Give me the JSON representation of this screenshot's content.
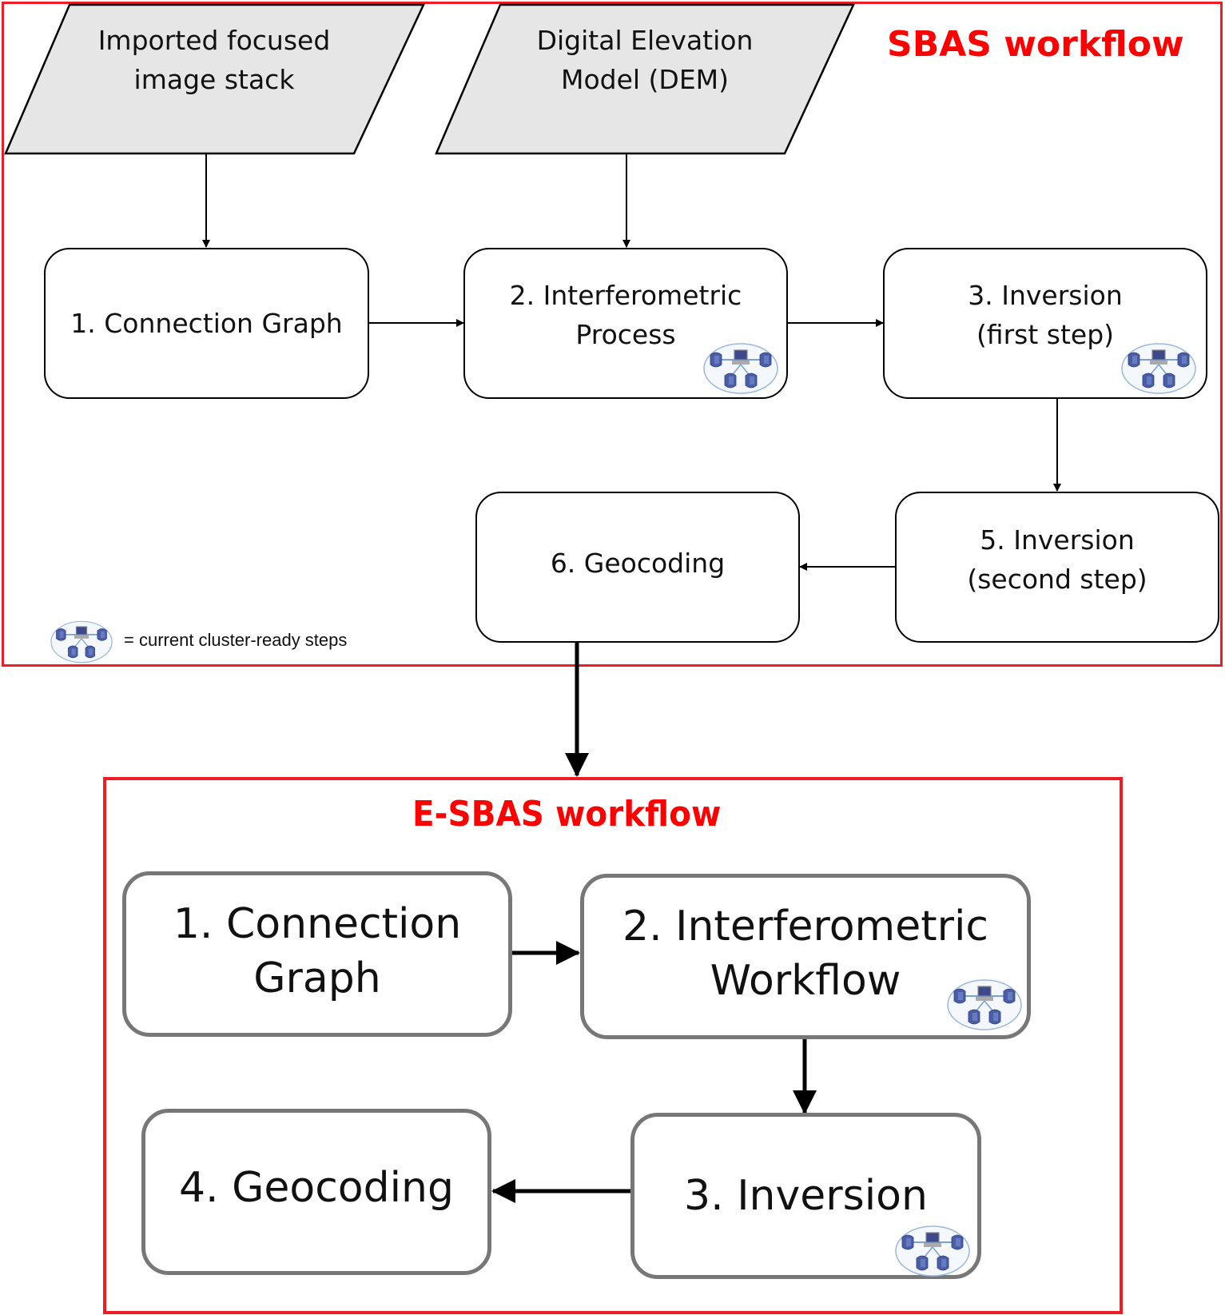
{
  "sbas": {
    "title": "SBAS workflow",
    "inputs": [
      {
        "line1": "Imported focused",
        "line2": "image stack"
      },
      {
        "line1": "Digital Elevation",
        "line2": "Model (DEM)"
      }
    ],
    "steps": [
      {
        "line1": "1. Connection Graph",
        "line2": "",
        "cluster_ready": false
      },
      {
        "line1": "2. Interferometric",
        "line2": "Process",
        "cluster_ready": true
      },
      {
        "line1": "3. Inversion",
        "line2": "(first step)",
        "cluster_ready": true
      },
      {
        "line1": "5. Inversion",
        "line2": "(second step)",
        "cluster_ready": false
      },
      {
        "line1": "6. Geocoding",
        "line2": "",
        "cluster_ready": false
      }
    ],
    "legend": {
      "icon": "cluster-network-icon",
      "text": "= current cluster-ready steps"
    }
  },
  "esbas": {
    "title": "E-SBAS workflow",
    "steps": [
      {
        "line1": "1. Connection",
        "line2": "Graph",
        "cluster_ready": false
      },
      {
        "line1": "2. Interferometric",
        "line2": "Workflow",
        "cluster_ready": true
      },
      {
        "line1": "3. Inversion",
        "line2": "",
        "cluster_ready": true
      },
      {
        "line1": "4. Geocoding",
        "line2": "",
        "cluster_ready": false
      }
    ]
  },
  "colors": {
    "panel_border": "#ee1c25",
    "title": "#ff0000",
    "input_fill": "#e6e6e6",
    "esbas_box_border": "#777777",
    "icon_blue": "#4a5ea8"
  }
}
